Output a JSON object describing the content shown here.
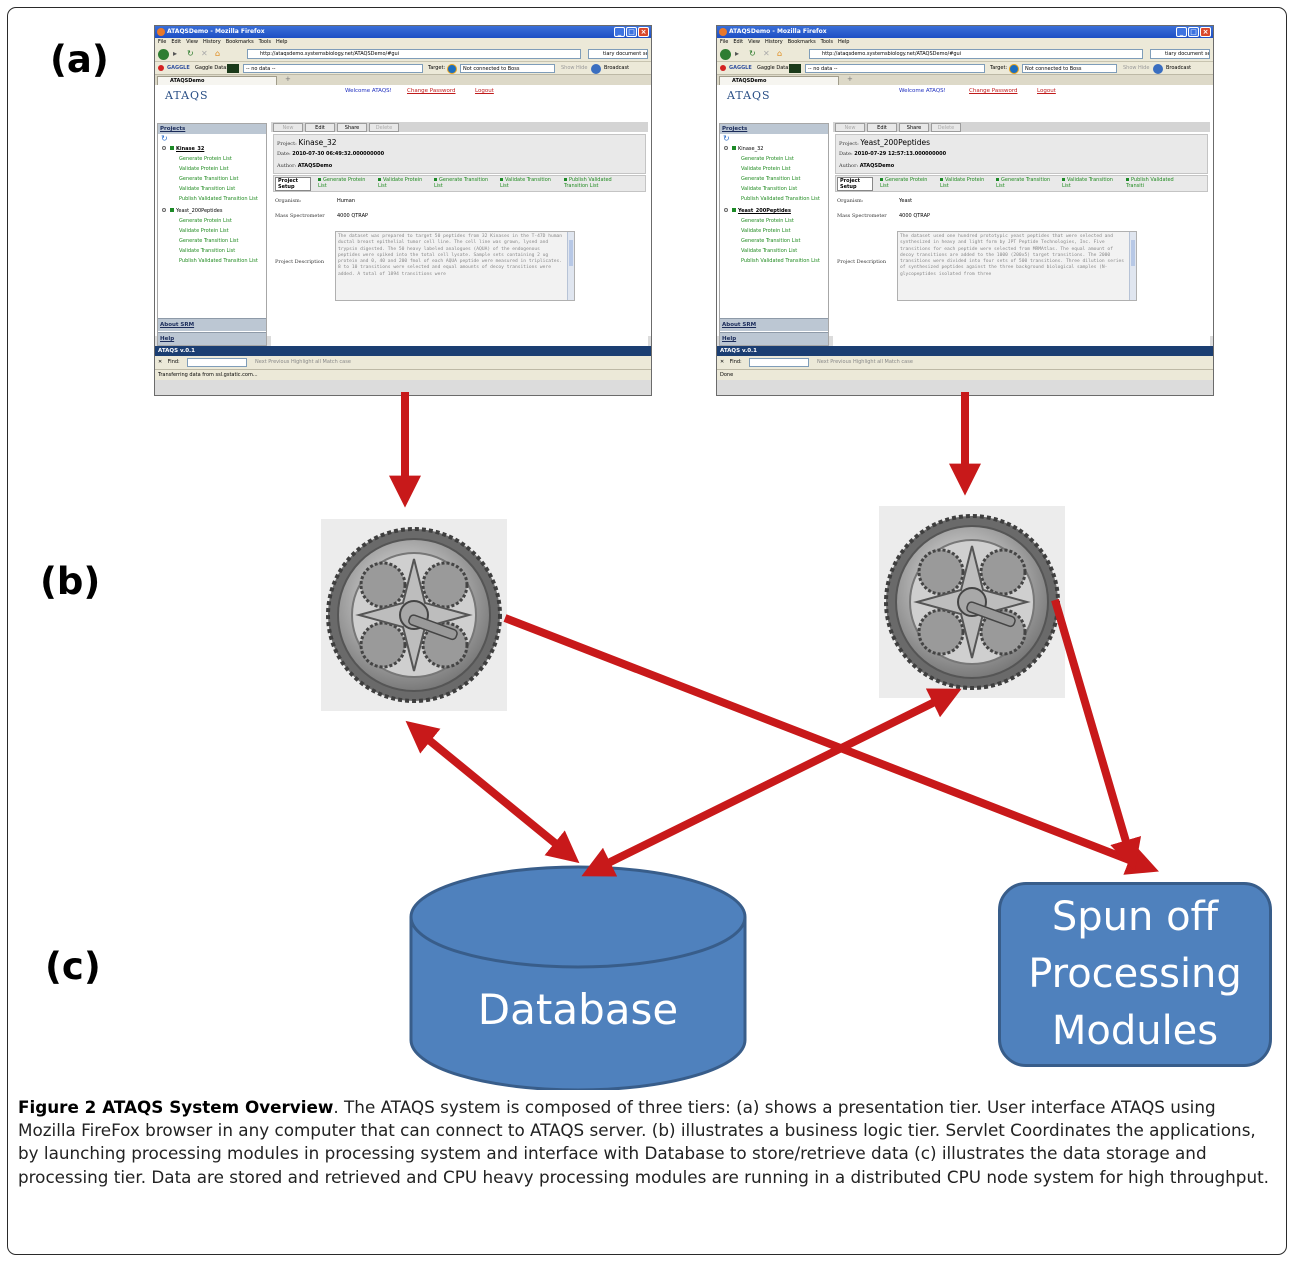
{
  "labels": {
    "a": "(a)",
    "b": "(b)",
    "c": "(c)"
  },
  "browser_left": {
    "title": "ATAQSDemo - Mozilla Firefox",
    "menu": [
      "File",
      "Edit",
      "View",
      "History",
      "Bookmarks",
      "Tools",
      "Help"
    ],
    "url": "http://ataqsdemo.systemsbiology.net/ATAQSDemo/#gui",
    "search": "tiary document secl",
    "gaggle_brand": "GAGGLE",
    "gaggle_data_label": "Gaggle Data:",
    "gaggle_data_value": "-- no data --",
    "target_label": "Target:",
    "target_value": "Not connected to Boss",
    "show": "Show",
    "hide": "Hide",
    "broadcast": "Broadcast",
    "tab": "ATAQSDemo",
    "tab_add": "+",
    "logo": "ATAQS",
    "welcome": "Welcome ATAQS!",
    "change_password": "Change Password",
    "logout": "Logout",
    "sidebar_title": "Projects",
    "projects": [
      {
        "name": "Kinase_32",
        "items": [
          "Generate Protein List",
          "Validate Protein List",
          "Generate Transition List",
          "Validate Transition List",
          "Publish Validated Transition List"
        ]
      },
      {
        "name": "Yeast_200Peptides",
        "items": [
          "Generate Protein List",
          "Validate Protein List",
          "Generate Transition List",
          "Validate Transition List",
          "Publish Validated Transition List"
        ]
      }
    ],
    "about": "About SRM",
    "help": "Help",
    "buttons": [
      "New",
      "Edit",
      "Share",
      "Delete"
    ],
    "project_label": "Project:",
    "project_value": "Kinase_32",
    "date_label": "Date:",
    "date_value": "2010-07-30 06:49:32.000000000",
    "author_label": "Author:",
    "author_value": "ATAQSDemo",
    "steps": [
      "Project Setup",
      "Generate Protein List",
      "Validate Protein List",
      "Generate Transition List",
      "Validate Transition List",
      "Publish Validated Transition List"
    ],
    "organism_label": "Organism:",
    "organism_value": "Human",
    "ms_label": "Mass Spectrometer",
    "ms_value": "4000 QTRAP",
    "desc_label": "Project Description",
    "desc": "The dataset was prepared to target 50 peptides from 32 Kinases in the T-47D human ductal breast epithelial tumor cell line. The cell line was grown, lysed and trypsin digested. The 50 heavy labeled analogues (AQUA) of the endogenous peptides were spiked into the total cell lysate. Sample sets containing 2 ug protein and 0, 40 and 200 fmol of each AQUA peptide were measured in triplicates. 8 to 10 transitions were selected and equal amounts of decoy transitions were added. A total of 1894 transitions were",
    "version": "ATAQS v.0.1",
    "find_label": "Find:",
    "find_opts": "Next  Previous  Highlight all  Match case",
    "status": "Transferring data from ssl.gstatic.com..."
  },
  "browser_right": {
    "title": "ATAQSDemo - Mozilla Firefox",
    "menu": [
      "File",
      "Edit",
      "View",
      "History",
      "Bookmarks",
      "Tools",
      "Help"
    ],
    "url": "http://ataqsdemo.systemsbiology.net/ATAQSDemo/#gui",
    "search": "tiary document secl",
    "gaggle_brand": "GAGGLE",
    "gaggle_data_label": "Gaggle Data:",
    "gaggle_data_value": "-- no data --",
    "target_label": "Target:",
    "target_value": "Not connected to Boss",
    "show": "Show",
    "hide": "Hide",
    "broadcast": "Broadcast",
    "tab": "ATAQSDemo",
    "tab_add": "+",
    "logo": "ATAQS",
    "welcome": "Welcome ATAQS!",
    "change_password": "Change Password",
    "logout": "Logout",
    "sidebar_title": "Projects",
    "projects": [
      {
        "name": "Kinase_32",
        "items": [
          "Generate Protein List",
          "Validate Protein List",
          "Generate Transition List",
          "Validate Transition List",
          "Publish Validated Transition List"
        ]
      },
      {
        "name": "Yeast_200Peptides",
        "items": [
          "Generate Protein List",
          "Validate Protein List",
          "Generate Transition List",
          "Validate Transition List",
          "Publish Validated Transition List"
        ]
      }
    ],
    "about": "About SRM",
    "help": "Help",
    "buttons": [
      "New",
      "Edit",
      "Share",
      "Delete"
    ],
    "project_label": "Project:",
    "project_value": "Yeast_200Peptides",
    "date_label": "Date:",
    "date_value": "2010-07-29 12:57:13.000000000",
    "author_label": "Author:",
    "author_value": "ATAQSDemo",
    "steps": [
      "Project Setup",
      "Generate Protein List",
      "Validate Protein List",
      "Generate Transition List",
      "Validate Transition List",
      "Publish Validated Transiti"
    ],
    "organism_label": "Organism:",
    "organism_value": "Yeast",
    "ms_label": "Mass Spectrometer",
    "ms_value": "4000 QTRAP",
    "desc_label": "Project Description",
    "desc": "The dataset used one hundred prototypic yeast peptides that were selected and synthesized in heavy and light form by JPT Peptide Technologies, Inc. Five transitions for each peptide were selected from MRMAtlas. The equal amount of decoy transitions are added to the 1000 (200x5) target transitions. The 2000 transitions were divided into four sets of 500 transitions. Three dilution series of synthesized peptides against the three background biological samples (N-glycopeptides isolated from three",
    "version": "ATAQS v.0.1",
    "find_label": "Find:",
    "find_opts": "Next  Previous  Highlight all  Match case",
    "status": "Done"
  },
  "shapes": {
    "database": "Database",
    "modules_lines": [
      "Spun off",
      "Processing",
      "Modules"
    ]
  },
  "colors": {
    "arrow": "#c8191a",
    "shape_fill": "#4f81bd",
    "shape_border": "#385d8a"
  },
  "caption": {
    "bold": "Figure 2 ATAQS System Overview",
    "text": ". The ATAQS system is composed of three tiers: (a) shows a presentation tier. User interface ATAQS using Mozilla FireFox browser in any computer that can connect to ATAQS server. (b) illustrates a business logic tier. Servlet Coordinates the applications, by launching processing modules in processing system and interface with Database to store/retrieve data (c) illustrates the data storage and processing tier. Data are stored and retrieved and CPU heavy processing modules are running in a distributed CPU node system for high throughput."
  }
}
